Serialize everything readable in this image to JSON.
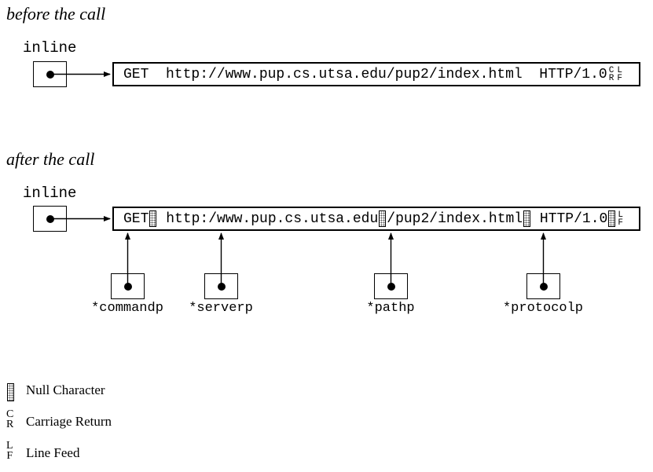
{
  "figure": {
    "before": {
      "title": "before the call",
      "pointer_label": "inline",
      "tokens": [
        {
          "t": "text",
          "v": "GET  http://www.pup.cs.utsa.edu/pup2/index.html  HTTP/1.0"
        },
        {
          "t": "stack",
          "name": "carriage-return",
          "chars": [
            "C",
            "R"
          ]
        },
        {
          "t": "stack",
          "name": "line-feed",
          "chars": [
            "L",
            "F"
          ]
        }
      ]
    },
    "after": {
      "title": "after the call",
      "pointer_label": "inline",
      "tokens": [
        {
          "t": "text",
          "v": "GET"
        },
        {
          "t": "null"
        },
        {
          "t": "text",
          "v": " http:/www.pup.cs.utsa.edu"
        },
        {
          "t": "null"
        },
        {
          "t": "text",
          "v": "/pup2/index.html"
        },
        {
          "t": "null"
        },
        {
          "t": "text",
          "v": " HTTP/1.0"
        },
        {
          "t": "null"
        },
        {
          "t": "stack",
          "name": "line-feed",
          "chars": [
            "L",
            "F"
          ]
        }
      ],
      "pointers": [
        {
          "label": "*commandp"
        },
        {
          "label": "*serverp"
        },
        {
          "label": "*pathp"
        },
        {
          "label": "*protocolp"
        }
      ]
    },
    "legend": {
      "null_char": {
        "label": "Null Character"
      },
      "carriage_return": {
        "label": "Carriage Return",
        "chars": [
          "C",
          "R"
        ]
      },
      "line_feed": {
        "label": "Line Feed",
        "chars": [
          "L",
          "F"
        ]
      }
    }
  },
  "colors": {
    "ink": "#000000",
    "background": "#ffffff"
  }
}
